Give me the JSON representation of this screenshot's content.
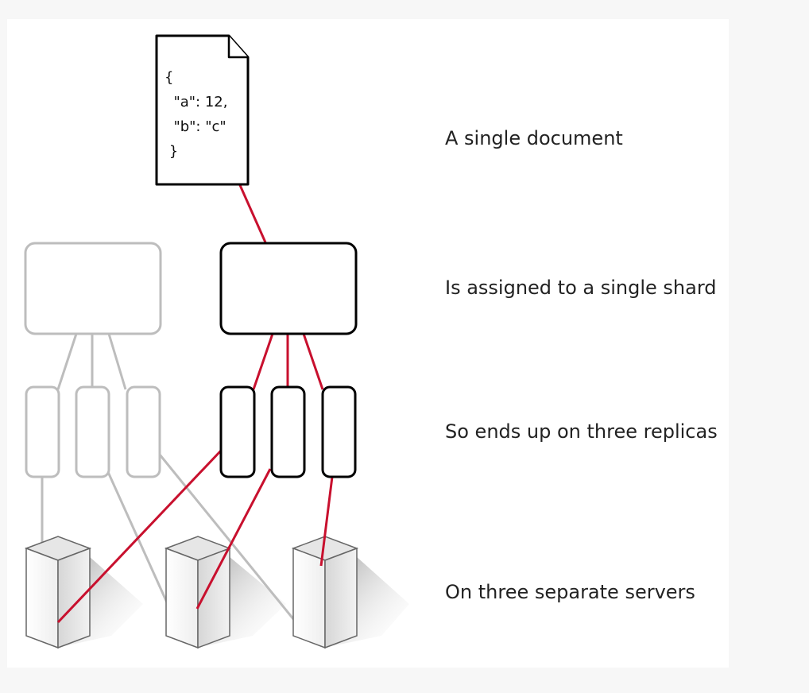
{
  "document": {
    "lines": [
      "{",
      "  \"a\": 12,",
      "  \"b\": \"c\"",
      " }"
    ]
  },
  "labels": {
    "document": "A single document",
    "shard": "Is assigned to a single shard",
    "replicas": "So ends up on three replicas",
    "servers": "On three separate servers"
  },
  "colors": {
    "highlight": "#c8102e",
    "dim": "#bdbdbd",
    "active": "#000000"
  }
}
